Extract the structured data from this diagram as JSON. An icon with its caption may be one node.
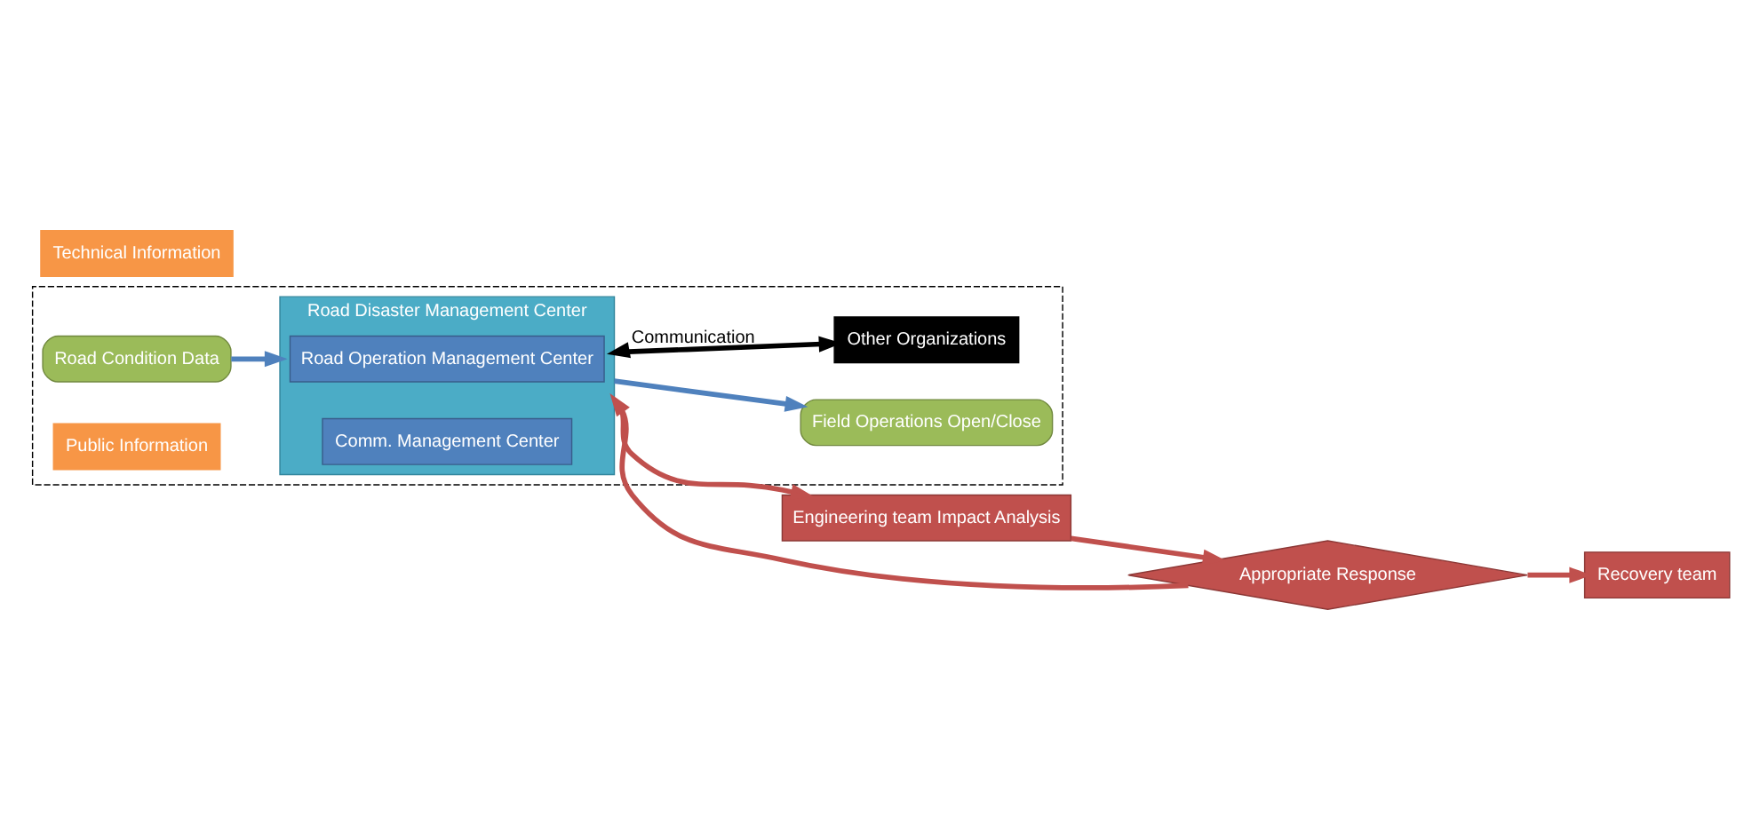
{
  "diagram": {
    "nodes": [
      {
        "text": [],
        "shape": "box"
      },
      {
        "text": [
          "Road Condition Data"
        ],
        "in": 0
      },
      {
        "text": [
          "Field Operations Open/Close"
        ],
        "in": 0
      },
      {
        "text": [
          "Public Information"
        ],
        "in": 0
      },
      {
        "text": [
          "Road Disaster Management Center"
        ],
        "in": 0
      },
      {
        "text": [
          "Road Operation Management Center"
        ],
        "in": 4
      },
      {
        "text": [
          "Comm. Management Center"
        ],
        "in": 4
      },
      {
        "text": [
          "Other Organizations"
        ],
        "in": 0
      },
      {
        "text": [
          "Technical Information"
        ]
      },
      {
        "text": [
          "Engineering team Impact Analysis"
        ]
      },
      {
        "text": [
          "Appropriate Response"
        ]
      },
      {
        "text": [
          "Recovery team"
        ]
      }
    ],
    "edges": [
      {
        "from": 1,
        "to": 4,
        "arrow": "to",
        "color": "#4f81bd"
      },
      {
        "from": 4,
        "to": 2,
        "arrow": "to",
        "color": "#4f81bd"
      },
      {
        "from": 4,
        "to": 9,
        "arrow": "to"
      },
      {
        "from": 9,
        "to": 10,
        "arrow": "to"
      },
      {
        "from": 10,
        "to": 4,
        "arrow": "to"
      },
      {
        "from": 10,
        "to": 11,
        "arrow": "to"
      },
      {
        "from": 4,
        "to": 7,
        "arrow": "both",
        "label": "Communication",
        "color": "#000000"
      }
    ]
  }
}
